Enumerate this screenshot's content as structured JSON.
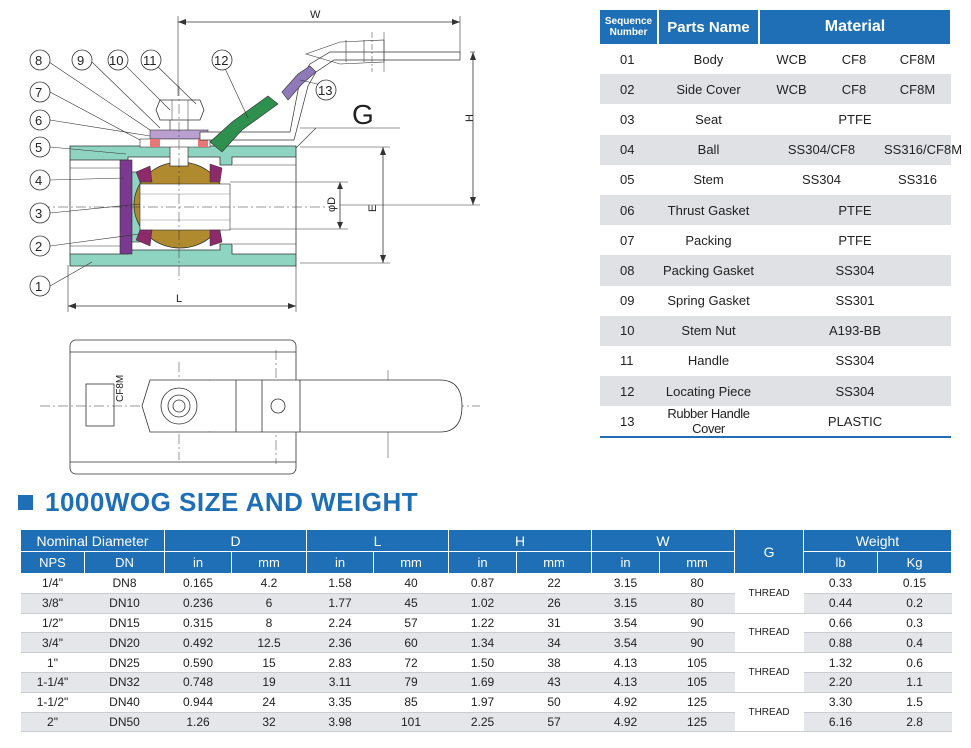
{
  "drawing": {
    "labels": {
      "w": "W",
      "h": "H",
      "e": "E",
      "l": "L",
      "d": "φD",
      "g": "G",
      "marking": "CF8M"
    },
    "callouts": [
      "1",
      "2",
      "3",
      "4",
      "5",
      "6",
      "7",
      "8",
      "9",
      "10",
      "11",
      "12",
      "13"
    ]
  },
  "parts_table": {
    "headers": {
      "seq_line1": "Sequence",
      "seq_line2": "Number",
      "name": "Parts Name",
      "material": "Material"
    },
    "rows": [
      {
        "seq": "01",
        "name": "Body",
        "m1": "WCB",
        "m2": "CF8",
        "m3": "CF8M"
      },
      {
        "seq": "02",
        "name": "Side Cover",
        "m1": "WCB",
        "m2": "CF8",
        "m3": "CF8M"
      },
      {
        "seq": "03",
        "name": "Seat",
        "span": "PTFE"
      },
      {
        "seq": "04",
        "name": "Ball",
        "a": "SS304/CF8",
        "b": "SS316/CF8M"
      },
      {
        "seq": "05",
        "name": "Stem",
        "a": "SS304",
        "b": "SS316"
      },
      {
        "seq": "06",
        "name": "Thrust Gasket",
        "span": "PTFE"
      },
      {
        "seq": "07",
        "name": "Packing",
        "span": "PTFE"
      },
      {
        "seq": "08",
        "name": "Packing Gasket",
        "span": "SS304"
      },
      {
        "seq": "09",
        "name": "Spring Gasket",
        "span": "SS301"
      },
      {
        "seq": "10",
        "name": "Stem Nut",
        "span": "A193-BB"
      },
      {
        "seq": "11",
        "name": "Handle",
        "span": "SS304"
      },
      {
        "seq": "12",
        "name": "Locating Piece",
        "span": "SS304"
      },
      {
        "seq": "13",
        "name": "Rubber Handle Cover",
        "span": "PLASTIC"
      }
    ]
  },
  "section_title": "1000WOG SIZE AND WEIGHT",
  "size_table": {
    "headers": {
      "nominal": "Nominal Diameter",
      "d": "D",
      "l": "L",
      "h": "H",
      "w": "W",
      "g": "G",
      "weight": "Weight",
      "nps": "NPS",
      "dn": "DN",
      "in": "in",
      "mm": "mm",
      "lb": "lb",
      "kg": "Kg"
    },
    "thread": "THREAD",
    "rows": [
      [
        "1/4\"",
        "DN8",
        "0.165",
        "4.2",
        "1.58",
        "40",
        "0.87",
        "22",
        "3.15",
        "80",
        "0.33",
        "0.15"
      ],
      [
        "3/8\"",
        "DN10",
        "0.236",
        "6",
        "1.77",
        "45",
        "1.02",
        "26",
        "3.15",
        "80",
        "0.44",
        "0.2"
      ],
      [
        "1/2\"",
        "DN15",
        "0.315",
        "8",
        "2.24",
        "57",
        "1.22",
        "31",
        "3.54",
        "90",
        "0.66",
        "0.3"
      ],
      [
        "3/4\"",
        "DN20",
        "0.492",
        "12.5",
        "2.36",
        "60",
        "1.34",
        "34",
        "3.54",
        "90",
        "0.88",
        "0.4"
      ],
      [
        "1\"",
        "DN25",
        "0.590",
        "15",
        "2.83",
        "72",
        "1.50",
        "38",
        "4.13",
        "105",
        "1.32",
        "0.6"
      ],
      [
        "1-1/4\"",
        "DN32",
        "0.748",
        "19",
        "3.11",
        "79",
        "1.69",
        "43",
        "4.13",
        "105",
        "2.20",
        "1.1"
      ],
      [
        "1-1/2\"",
        "DN40",
        "0.944",
        "24",
        "3.35",
        "85",
        "1.97",
        "50",
        "4.92",
        "125",
        "3.30",
        "1.5"
      ],
      [
        "2\"",
        "DN50",
        "1.26",
        "32",
        "3.98",
        "101",
        "2.25",
        "57",
        "4.92",
        "125",
        "6.16",
        "2.8"
      ]
    ]
  },
  "colors": {
    "accent": "#1e6fb5",
    "row_shade": "#dfe1e4",
    "body": "#8fd4c0",
    "ball": "#b08a2e",
    "seat": "#7b3a8f",
    "handle": "#2f8f4f",
    "handle_cover": "#8e7ab8"
  }
}
